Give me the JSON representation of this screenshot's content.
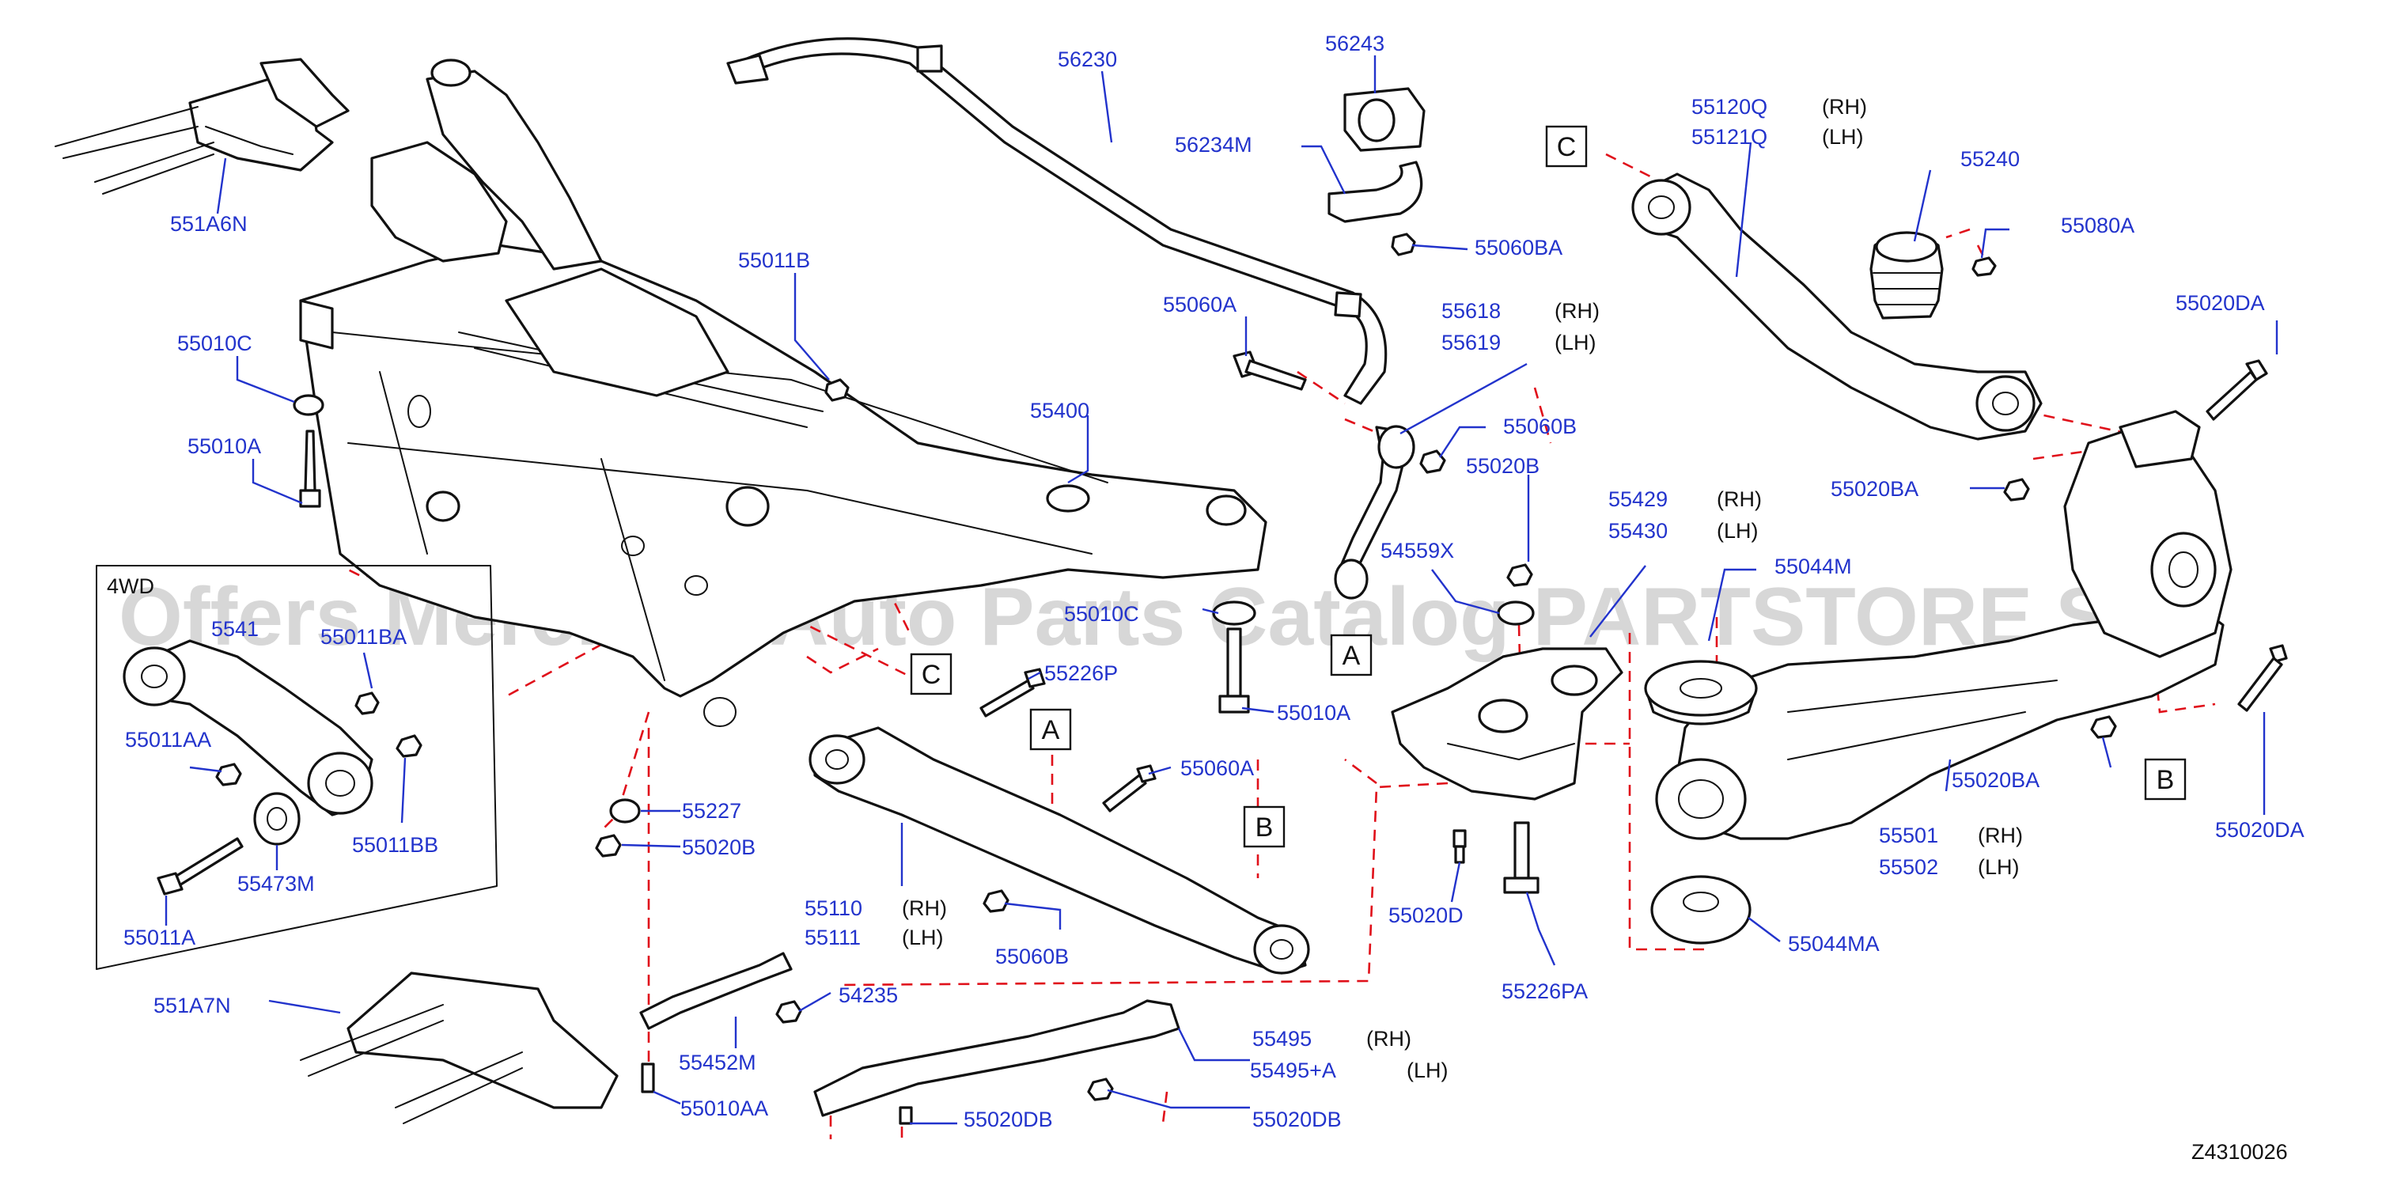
{
  "diagram_id": "Z4310026",
  "watermark": "Offers Merchant Auto Parts Catalog PARTSTORE.SA",
  "inset_title": "4WD",
  "ref_marks": {
    "a": "A",
    "b": "B",
    "c": "C"
  },
  "labels": {
    "p551A6N": "551A6N",
    "p55010C": "55010C",
    "p55010A": "55010A",
    "p55011B": "55011B",
    "p56230": "56230",
    "p56243": "56243",
    "p56234M": "56234M",
    "p55060BA": "55060BA",
    "p55060A_top": "55060A",
    "p55618": "55618",
    "p55619": "55619",
    "p55060B_top": "55060B",
    "p55020B_mid": "55020B",
    "p55400": "55400",
    "p54559X": "54559X",
    "p55429": "55429",
    "p55430": "55430",
    "p55044M": "55044M",
    "p55120Q": "55120Q",
    "p55121Q": "55121Q",
    "p55240": "55240",
    "p55080A": "55080A",
    "p55020DA_top": "55020DA",
    "p55020BA_top": "55020BA",
    "p5541x": "5541",
    "p55011BA": "55011BA",
    "p55011AA": "55011AA",
    "p55011BB": "55011BB",
    "p55473M": "55473M",
    "p55011A": "55011A",
    "p55010C_mid": "55010C",
    "p55226P": "55226P",
    "p55010A_mid": "55010A",
    "p55060A_mid": "55060A",
    "p55227": "55227",
    "p55020B_low": "55020B",
    "p55110": "55110",
    "p55111": "55111",
    "p55060B_low": "55060B",
    "p551A7N": "551A7N",
    "p54235": "54235",
    "p55452M": "55452M",
    "p55010AA": "55010AA",
    "p55020DB_left": "55020DB",
    "p55020DB_right": "55020DB",
    "p55495": "55495",
    "p55495A": "55495+A",
    "p55020D": "55020D",
    "p55226PA": "55226PA",
    "p55044MA": "55044MA",
    "p55501": "55501",
    "p55502": "55502",
    "p55020BA_low": "55020BA",
    "p55020DA_low": "55020DA"
  },
  "sides": {
    "rh": "(RH)",
    "lh": "(LH)"
  },
  "colors": {
    "label": "#2233cc",
    "guide": "#e0101a",
    "line": "#111111"
  }
}
